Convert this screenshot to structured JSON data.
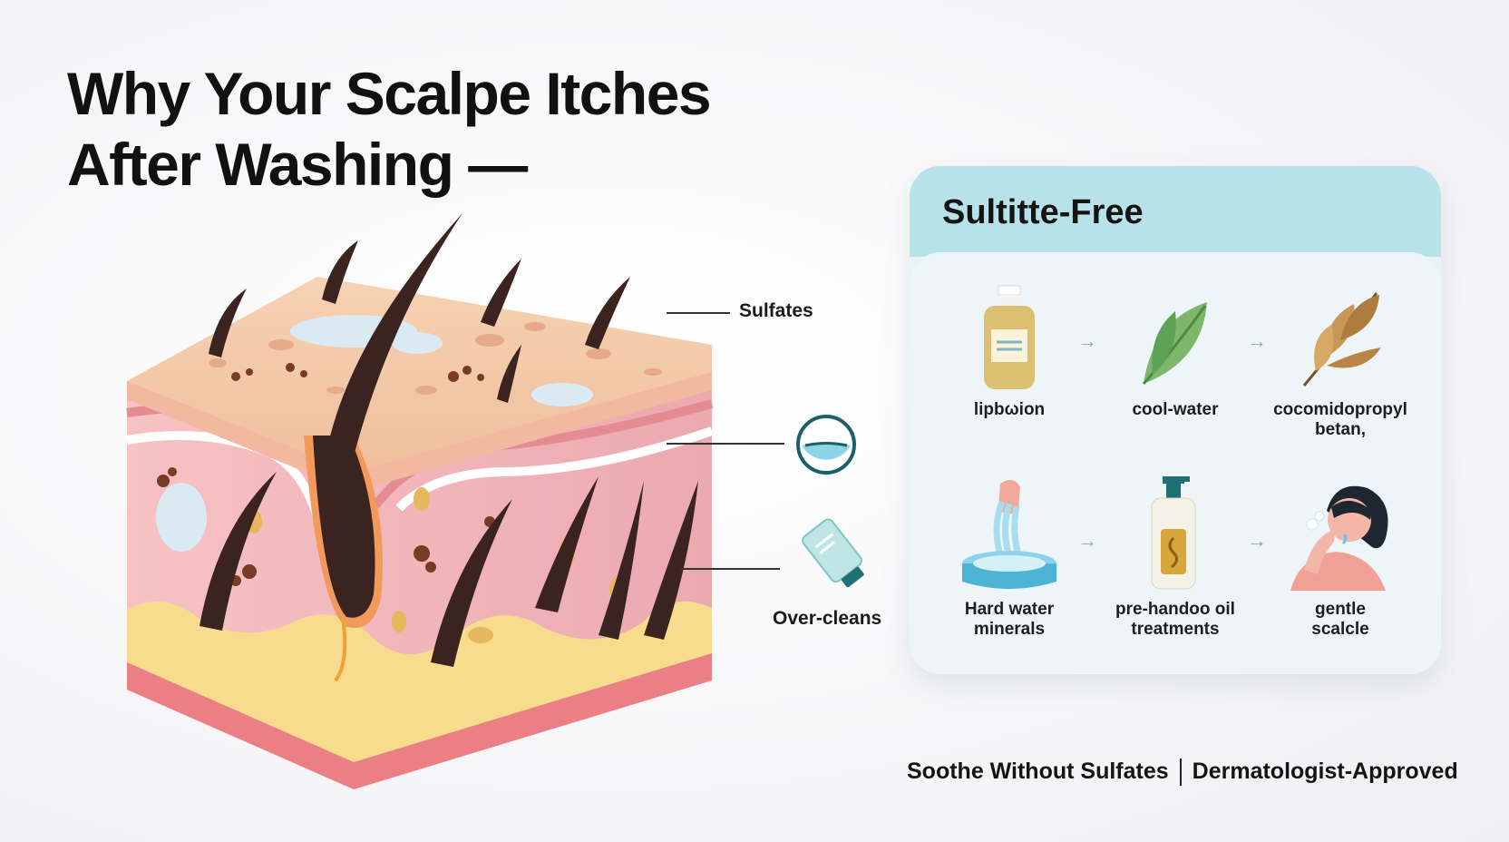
{
  "title": {
    "line1": "Why Your Scalpe Itches",
    "line2": "After Washing —"
  },
  "callouts": {
    "sulfates": "Sulfates",
    "over_cleans": "Over-cleans"
  },
  "panel": {
    "title": "Sultitte-Free",
    "steps": [
      {
        "label": "lipbωion",
        "icon": "lotion-bottle-icon"
      },
      {
        "label": "cool-water",
        "icon": "green-leaf-icon"
      },
      {
        "label_line1": "cocomidopropyl",
        "label_line2": "betan,",
        "icon": "dry-leaf-icon"
      },
      {
        "label_line1": "Hard water",
        "label_line2": "minerals",
        "icon": "water-basin-icon"
      },
      {
        "label_line1": "pre-handoo oil",
        "label_line2": "treatments",
        "icon": "pump-bottle-icon"
      },
      {
        "label_line1": "gentle",
        "label_line2": "scalcle",
        "icon": "person-washing-icon"
      }
    ]
  },
  "footer": {
    "left": "Soothe Without Sulfates",
    "right": "Dermatologist-Approved"
  },
  "colors": {
    "panel_header": "#b8e2ea",
    "panel_body": "#eef5f8",
    "skin_top": "#f4c9a8",
    "skin_mid": "#f3b6b8",
    "fat_layer": "#f7dc8e",
    "hair": "#3b2420"
  }
}
